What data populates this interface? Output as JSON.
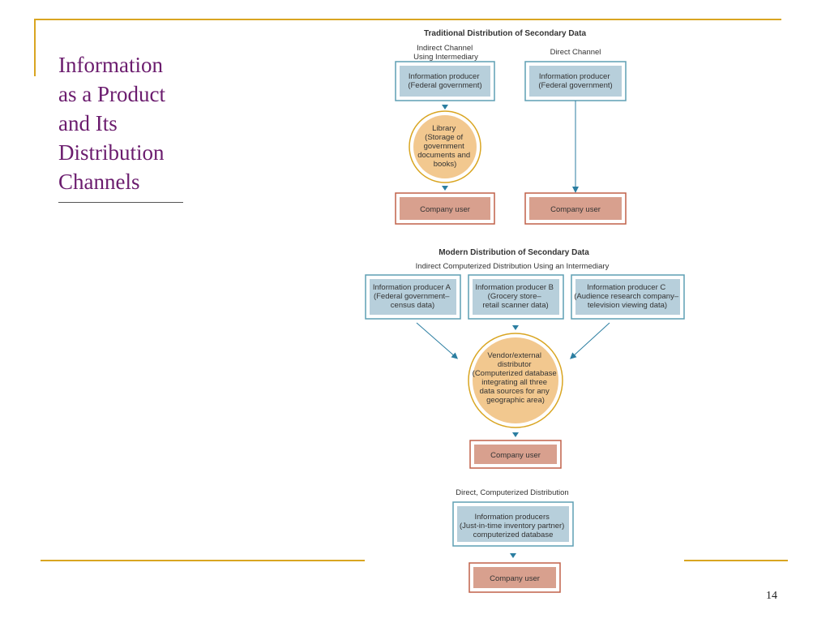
{
  "slide": {
    "title": "Information\nas a Product\nand Its\nDistribution\nChannels",
    "page_number": "14"
  },
  "colors": {
    "accent_gold": "#d9a521",
    "title_purple": "#6b1c6e",
    "producer_fill": "#b7cfdb",
    "producer_border": "#5e9fb4",
    "user_fill": "#d8a08e",
    "user_border": "#c06048",
    "intermediary_fill": "#f2c88f",
    "intermediary_border": "#d9a521",
    "arrow": "#2b7ea1"
  },
  "diagram": {
    "traditional": {
      "title": "Traditional Distribution of Secondary Data",
      "indirect_label": [
        "Indirect Channel",
        "Using Intermediary"
      ],
      "direct_label": "Direct Channel",
      "producer_indirect": [
        "Information producer",
        "(Federal government)"
      ],
      "producer_direct": [
        "Information producer",
        "(Federal government)"
      ],
      "library": [
        "Library",
        "(Storage of",
        "government",
        "documents and",
        "books)"
      ],
      "user_indirect": "Company user",
      "user_direct": "Company user"
    },
    "modern": {
      "title": "Modern Distribution of Secondary Data",
      "indirect_label": "Indirect Computerized Distribution Using an Intermediary",
      "producer_a": [
        "Information producer A",
        "(Federal government–",
        "census data)"
      ],
      "producer_b": [
        "Information producer B",
        "(Grocery store–",
        "retail scanner data)"
      ],
      "producer_c": [
        "Information producer C",
        "(Audience research company–",
        "television viewing data)"
      ],
      "vendor": [
        "Vendor/external",
        "distributor",
        "(Computerized database",
        "integrating all three",
        "data sources for any",
        "geographic area)"
      ],
      "user_indirect": "Company user",
      "direct_label": "Direct, Computerized Distribution",
      "producers_direct": [
        "Information producers",
        "(Just-in-time inventory partner)",
        "computerized database"
      ],
      "user_direct": "Company user"
    }
  }
}
